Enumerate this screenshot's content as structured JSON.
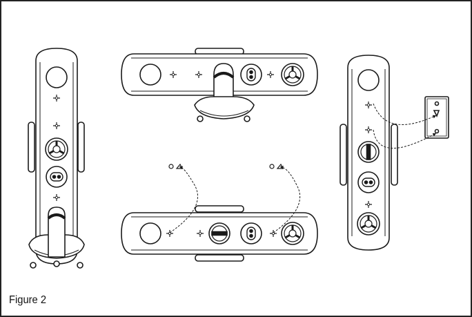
{
  "figure": {
    "caption": "Figure 2"
  },
  "views": [
    {
      "name": "vertical-stand-left",
      "orientation": "vertical",
      "mount": "stand"
    },
    {
      "name": "horizontal-stand-top",
      "orientation": "horizontal",
      "mount": "stand"
    },
    {
      "name": "vertical-wall-right",
      "orientation": "vertical",
      "mount": "wall-bracket"
    },
    {
      "name": "horizontal-wall-bottom",
      "orientation": "horizontal",
      "mount": "wall-screws"
    }
  ],
  "colors": {
    "line": "#1a1a1a",
    "frame": "#222222",
    "background": "#ffffff"
  }
}
